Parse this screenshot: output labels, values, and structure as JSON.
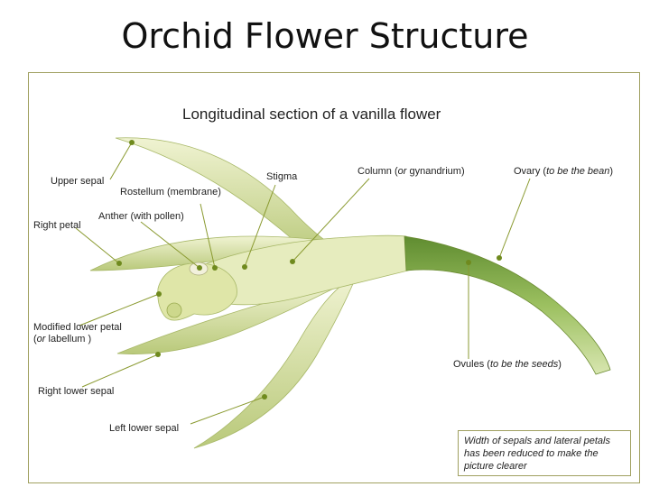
{
  "slide": {
    "title": "Orchid Flower Structure"
  },
  "diagram": {
    "title": "Longitudinal section of a vanilla flower",
    "labels": {
      "upper_sepal": "Upper sepal",
      "right_petal": "Right petal",
      "rostellum": "Rostellum (membrane)",
      "anther": "Anther (with pollen)",
      "stigma": "Stigma",
      "column_a": "Column (",
      "column_or": "or",
      "column_b": " gynandrium)",
      "ovary_a": "Ovary (",
      "ovary_i": "to be the bean",
      "ovary_b": ")",
      "labellum_1": "Modified lower petal",
      "labellum_2a": "(",
      "labellum_2or": "or",
      "labellum_2b": " labellum )",
      "right_lower_sepal": "Right lower sepal",
      "left_lower_sepal": "Left lower sepal",
      "ovules_a": "Ovules (",
      "ovules_i": "to be the seeds",
      "ovules_b": ")"
    },
    "note": "Width of sepals and lateral petals has been reduced  to make the picture clearer"
  },
  "colors": {
    "frame": "#a0a060",
    "leader_line": "#8a9a30",
    "flower_light": "#e8eec0",
    "flower_mid": "#c8d68a",
    "flower_dark": "#9cb04a",
    "ovary": "#7aa040"
  }
}
